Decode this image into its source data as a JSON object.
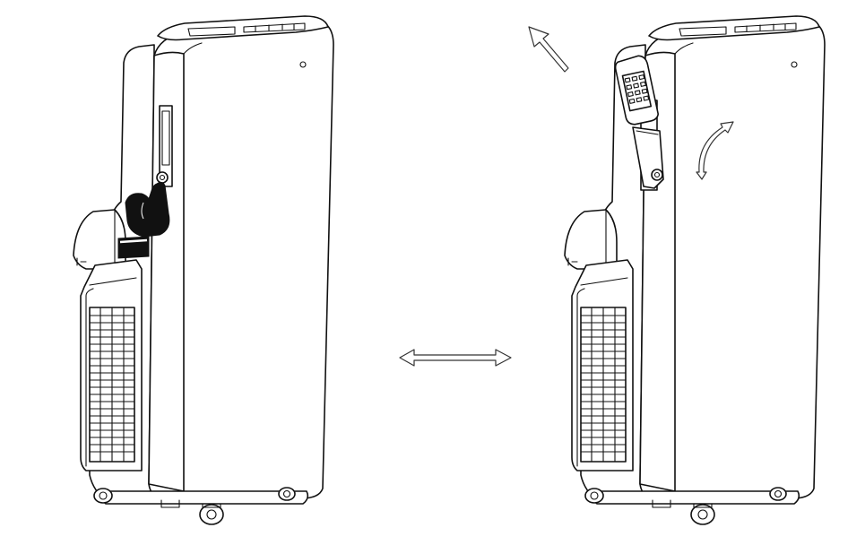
{
  "figure": {
    "panels": [
      {
        "id": "left",
        "label": "",
        "shows": [
          "air-conditioner-unit",
          "pointing-hand-icon",
          "compartment-button"
        ]
      },
      {
        "id": "right",
        "label": "",
        "shows": [
          "air-conditioner-unit",
          "remote-control",
          "open-flap",
          "rotate-arrow-icon"
        ]
      }
    ],
    "arrows": [
      {
        "name": "double-arrow-icon",
        "direction": "left-right"
      },
      {
        "name": "diagonal-arrow-icon",
        "direction": "up-left"
      },
      {
        "name": "curved-rotate-arrow-icon",
        "direction": "rotate"
      }
    ],
    "colors": {
      "line": "#111111",
      "background": "#ffffff",
      "arrow": "#333333"
    }
  }
}
